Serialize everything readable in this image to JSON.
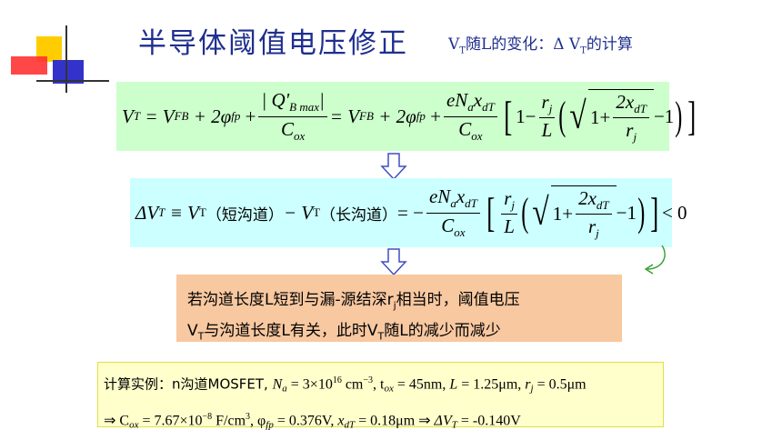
{
  "header": {
    "title": "半导体阈值电压修正",
    "subtitle_prefix": "V",
    "subtitle_sub": "T",
    "subtitle_mid": "随L的变化：Δ V",
    "subtitle_sub2": "T",
    "subtitle_suffix": "的计算"
  },
  "equation1": {
    "lhs": "V",
    "lhs_sub": "T",
    "t1": "= V",
    "t1_sub": "FB",
    "t2": "+ 2φ",
    "t2_sub": "fp",
    "frac1_num": "| Q'",
    "frac1_num_sub": "B max",
    "frac1_num_end": "|",
    "frac1_den": "C",
    "frac1_den_sub": "ox",
    "t3": "= V",
    "t3_sub": "FB",
    "t4": "+ 2φ",
    "t4_sub": "fp",
    "frac2_num": "eN",
    "frac2_num_sub": "a",
    "frac2_num_mid": "x",
    "frac2_num_sub2": "dT",
    "frac2_den": "C",
    "frac2_den_sub": "ox",
    "one": "1",
    "minus": "−",
    "frac3_num": "r",
    "frac3_num_sub": "j",
    "frac3_den": "L",
    "one2": "1",
    "plus": "+",
    "frac4_num": "2x",
    "frac4_num_sub": "dT",
    "frac4_den": "r",
    "frac4_den_sub": "j",
    "minus1": "−1"
  },
  "equation2": {
    "lhs": "ΔV",
    "lhs_sub": "T",
    "equiv": "≡ V",
    "v1_sub": "T",
    "short": "（短沟道）",
    "minus": "− V",
    "v2_sub": "T",
    "long": "（长沟道）",
    "eq": "= −",
    "frac_num": "eN",
    "frac_num_sub": "a",
    "frac_num_mid": "x",
    "frac_num_sub2": "dT",
    "frac_den": "C",
    "frac_den_sub": "ox",
    "frac3_num": "r",
    "frac3_num_sub": "j",
    "frac3_den": "L",
    "one": "1",
    "plus": "+",
    "frac4_num": "2x",
    "frac4_num_sub": "dT",
    "frac4_den": "r",
    "frac4_den_sub": "j",
    "minus1": "−1",
    "tail": "< 0"
  },
  "note": {
    "line1_a": "若沟道长度L短到与漏-源结深r",
    "line1_sub": "j",
    "line1_b": "相当时，阈值电压",
    "line2_a": "V",
    "line2_sub": "T",
    "line2_b": "与沟道长度L有关，此时V",
    "line2_sub2": "T",
    "line2_c": "随L的减少而减少"
  },
  "example": {
    "line1_a": "计算实例：n沟道MOSFET, ",
    "na": "N",
    "na_sub": "a",
    "na_val": " = 3×10",
    "na_exp": "16",
    "na_unit": " cm",
    "na_unit_exp": "−3",
    "tox": ", t",
    "tox_sub": "ox",
    "tox_val": " = 45nm, ",
    "L": "L",
    "L_val": " = 1.25μm, ",
    "rj": "r",
    "rj_sub": "j",
    "rj_val": " = 0.5μm",
    "line2_a": "⇒ C",
    "cox_sub": "ox",
    "cox_val": " = 7.67×10",
    "cox_exp": "−8",
    "cox_unit": " F/cm",
    "cox_unit_exp": "3",
    "phi": ", φ",
    "phi_sub": "fp",
    "phi_val": " = 0.376V, ",
    "xdt": "x",
    "xdt_sub": "dT",
    "xdt_val": " = 0.18μm ⇒ ",
    "dvt": "ΔV",
    "dvt_sub": "T",
    "dvt_val": " = -0.140V"
  },
  "colors": {
    "title": "#1f2f8f",
    "eq1_bg": "#ccffcc",
    "eq2_bg": "#ccffff",
    "note_bg": "#f8c8a0",
    "example_bg": "#ffffcc",
    "example_border": "#e0e040",
    "arrow": "#3f4fbf",
    "curve_arrow": "#2f9f2f"
  }
}
